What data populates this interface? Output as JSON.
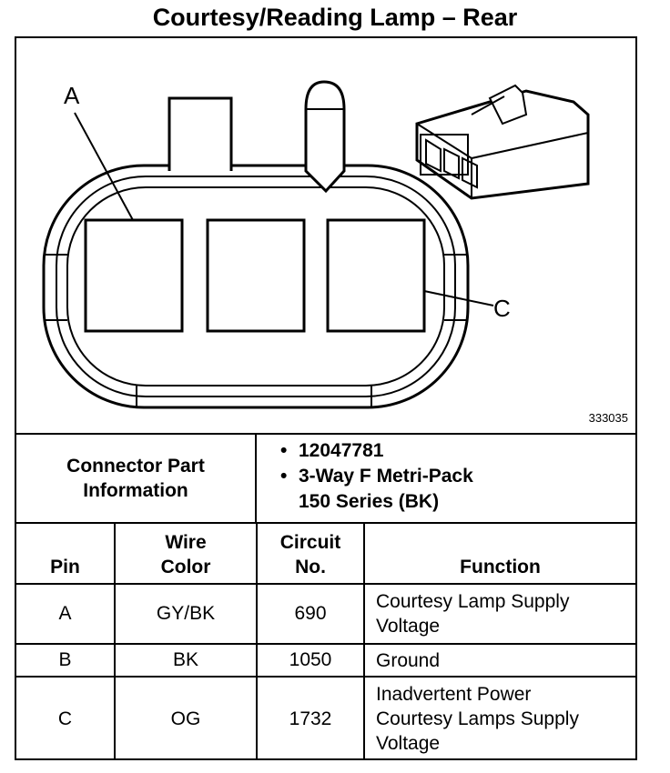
{
  "title": "Courtesy/Reading Lamp – Rear",
  "figure": {
    "callout_a": "A",
    "callout_c": "C",
    "figure_id": "333035"
  },
  "connector_info": {
    "label_line1": "Connector Part",
    "label_line2": "Information",
    "items": [
      "12047781",
      "3-Way F Metri-Pack",
      "150 Series (BK)"
    ]
  },
  "table": {
    "headers": {
      "pin": "Pin",
      "wire_color_1": "Wire",
      "wire_color_2": "Color",
      "circuit_1": "Circuit",
      "circuit_2": "No.",
      "function": "Function"
    },
    "rows": [
      {
        "pin": "A",
        "wire": "GY/BK",
        "circuit": "690",
        "function_lines": [
          "Courtesy Lamp Supply",
          "Voltage"
        ]
      },
      {
        "pin": "B",
        "wire": "BK",
        "circuit": "1050",
        "function_lines": [
          "Ground"
        ]
      },
      {
        "pin": "C",
        "wire": "OG",
        "circuit": "1732",
        "function_lines": [
          "Inadvertent Power",
          "Courtesy Lamps Supply",
          "Voltage"
        ]
      }
    ]
  }
}
